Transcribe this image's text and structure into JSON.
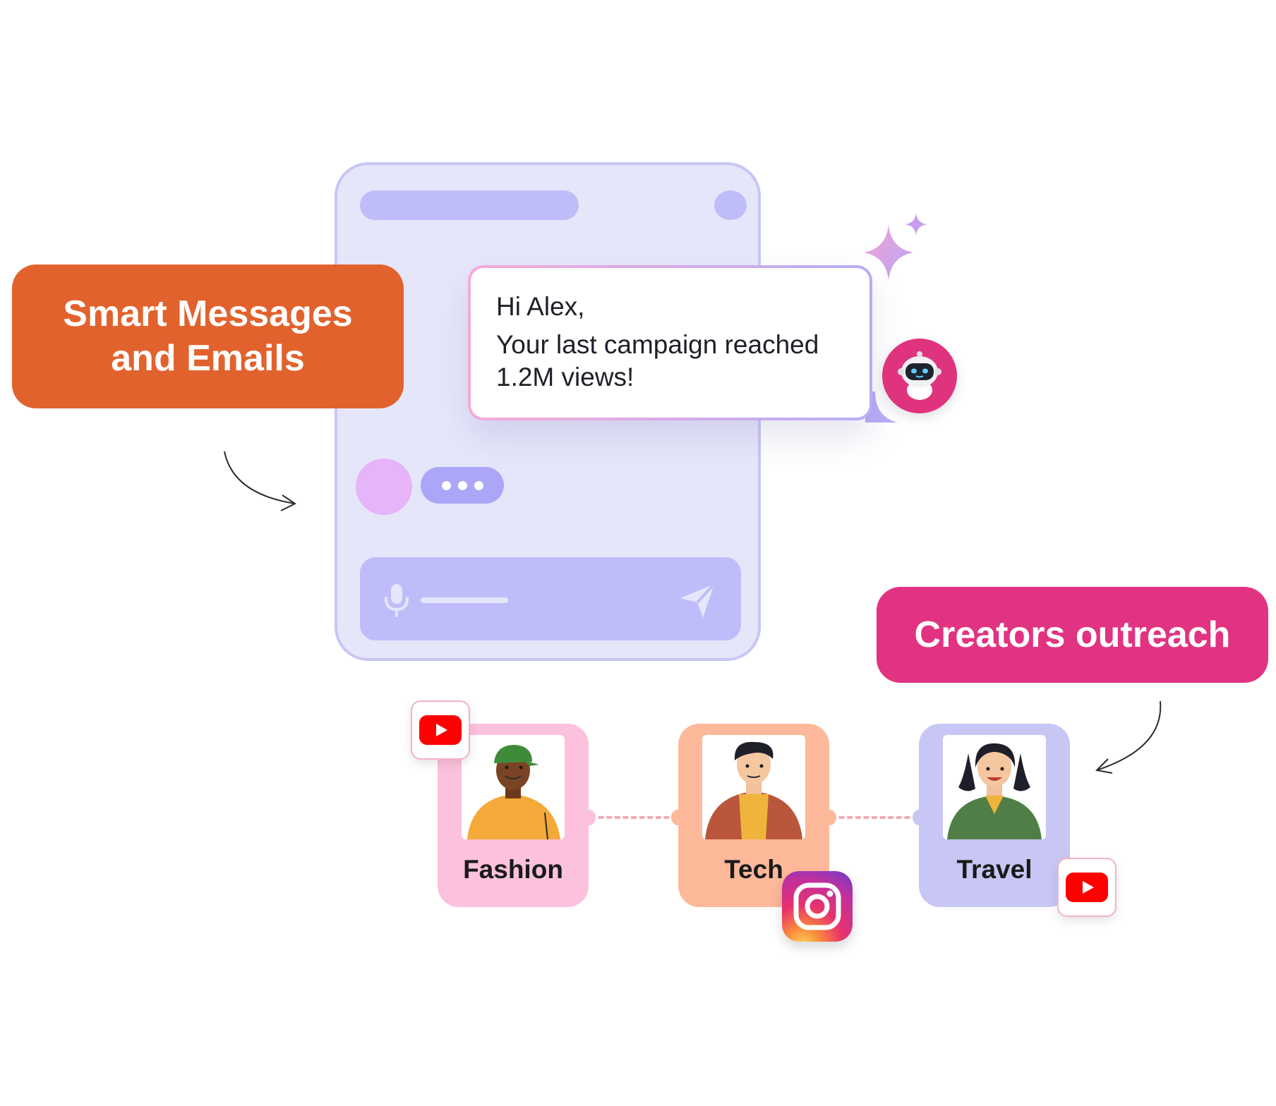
{
  "labels": {
    "smart_messages_line1": "Smart Messages",
    "smart_messages_line2": "and Emails",
    "creators_outreach": "Creators outreach"
  },
  "message": {
    "greeting": "Hi Alex,",
    "body_line1": "Your last campaign reached",
    "body_line2": "1.2M views!"
  },
  "creators": [
    {
      "category": "Fashion",
      "platform": "youtube-icon",
      "color": "#fcc1dc"
    },
    {
      "category": "Tech",
      "platform": "instagram-icon",
      "color": "#feb89a"
    },
    {
      "category": "Travel",
      "platform": "youtube-icon",
      "color": "#c8c6f4"
    }
  ],
  "colors": {
    "smart_label": "#e2622d",
    "creators_label": "#e13381",
    "phone_bg": "#e6e6fb",
    "phone_accent": "#bfbcfa",
    "robot_bg": "#e0337d"
  },
  "icons": {
    "mic": "microphone-icon",
    "send": "send-icon",
    "robot": "robot-icon",
    "sparkle": "sparkle-icon"
  }
}
